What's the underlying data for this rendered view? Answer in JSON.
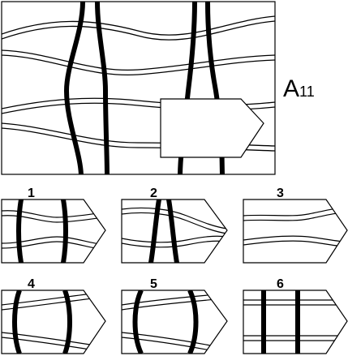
{
  "puzzle": {
    "id_main": "A",
    "id_sub": "11"
  },
  "options": [
    {
      "number": "1",
      "name": "option-1",
      "pattern": "double-wave-with-bulging-thick-lines"
    },
    {
      "number": "2",
      "name": "option-2",
      "pattern": "double-wave-with-pinched-thick-lines"
    },
    {
      "number": "3",
      "name": "option-3",
      "pattern": "double-wave-no-thick-lines"
    },
    {
      "number": "4",
      "name": "option-4",
      "pattern": "fanned-lines-with-bulging-thick-lines"
    },
    {
      "number": "5",
      "name": "option-5",
      "pattern": "fanned-lines-with-wide-bulging-thick-lines"
    },
    {
      "number": "6",
      "name": "option-6",
      "pattern": "straight-lines-with-straight-thick-lines"
    }
  ],
  "colors": {
    "ink": "#000000",
    "paper": "#ffffff"
  }
}
